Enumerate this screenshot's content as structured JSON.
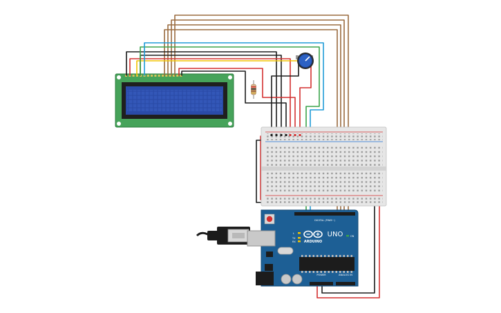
{
  "board": {
    "brand": "ARDUINO",
    "model": "UNO",
    "power_label": "POWER",
    "analog_label": "ANALOG IN",
    "digital_label": "DIGITAL (PWM~)",
    "led_on_label": "ON",
    "led_l_label": "L",
    "led_tx_label": "TX",
    "led_rx_label": "RX"
  },
  "colors": {
    "wire_brown": "#9a6b3f",
    "wire_red": "#d32f2f",
    "wire_black": "#1c1c1c",
    "wire_green": "#3aa34a",
    "wire_blue": "#1e9bd7",
    "wire_yellow": "#f2c300",
    "lcd_pcb": "#46a35a",
    "lcd_screen": "#2a4ba8",
    "arduino_board": "#1d5f95",
    "breadboard": "#e6e6e6"
  }
}
